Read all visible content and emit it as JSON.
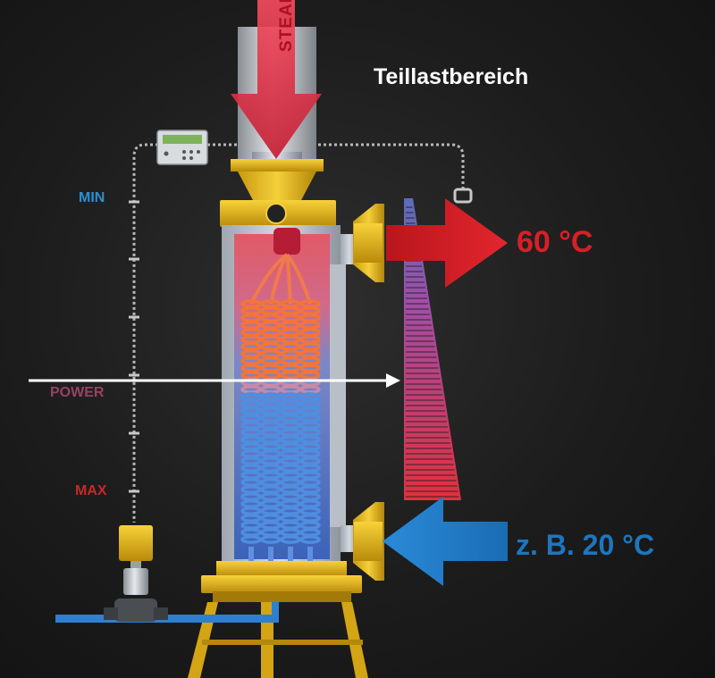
{
  "title": "Teillastbereich",
  "steam_label": "STEAM",
  "scale": {
    "min_label": "MIN",
    "power_label": "POWER",
    "max_label": "MAX"
  },
  "outlet": {
    "temperature_label": "60 °C"
  },
  "inlet": {
    "temperature_label": "z. B. 20 °C"
  },
  "colors": {
    "hot": "#d91f26",
    "cold": "#1d76c0",
    "steam": "#e23347",
    "frame": "#e4b417",
    "min_label": "#2e8fd0",
    "power_label": "#9a4062",
    "max_label": "#c42a2a",
    "white_arrow": "#ffffff"
  }
}
